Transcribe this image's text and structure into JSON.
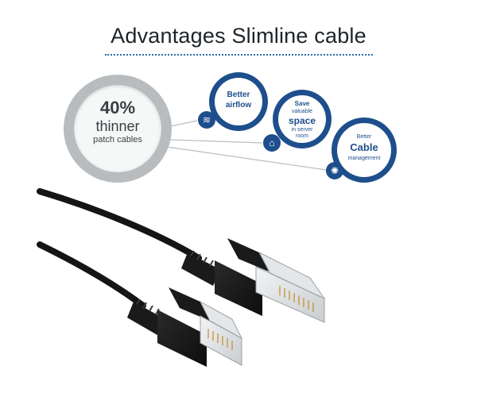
{
  "title": "Advantages Slimline cable",
  "badge": {
    "percent": "40%",
    "line2": "thinner",
    "line3": "patch cables"
  },
  "benefits": [
    {
      "lines": [
        "Better",
        "airflow"
      ],
      "icon": "airflow-icon"
    },
    {
      "lines": [
        "Save",
        "valuable",
        "space",
        "in server",
        "room"
      ],
      "icon": "home-icon"
    },
    {
      "lines": [
        "Better",
        "Cable",
        "management"
      ],
      "icon": "lightbulb-icon"
    }
  ],
  "colors": {
    "brand_blue": "#1e4f8c",
    "badge_grey": "#b8bcbf",
    "cable": "#151515"
  }
}
